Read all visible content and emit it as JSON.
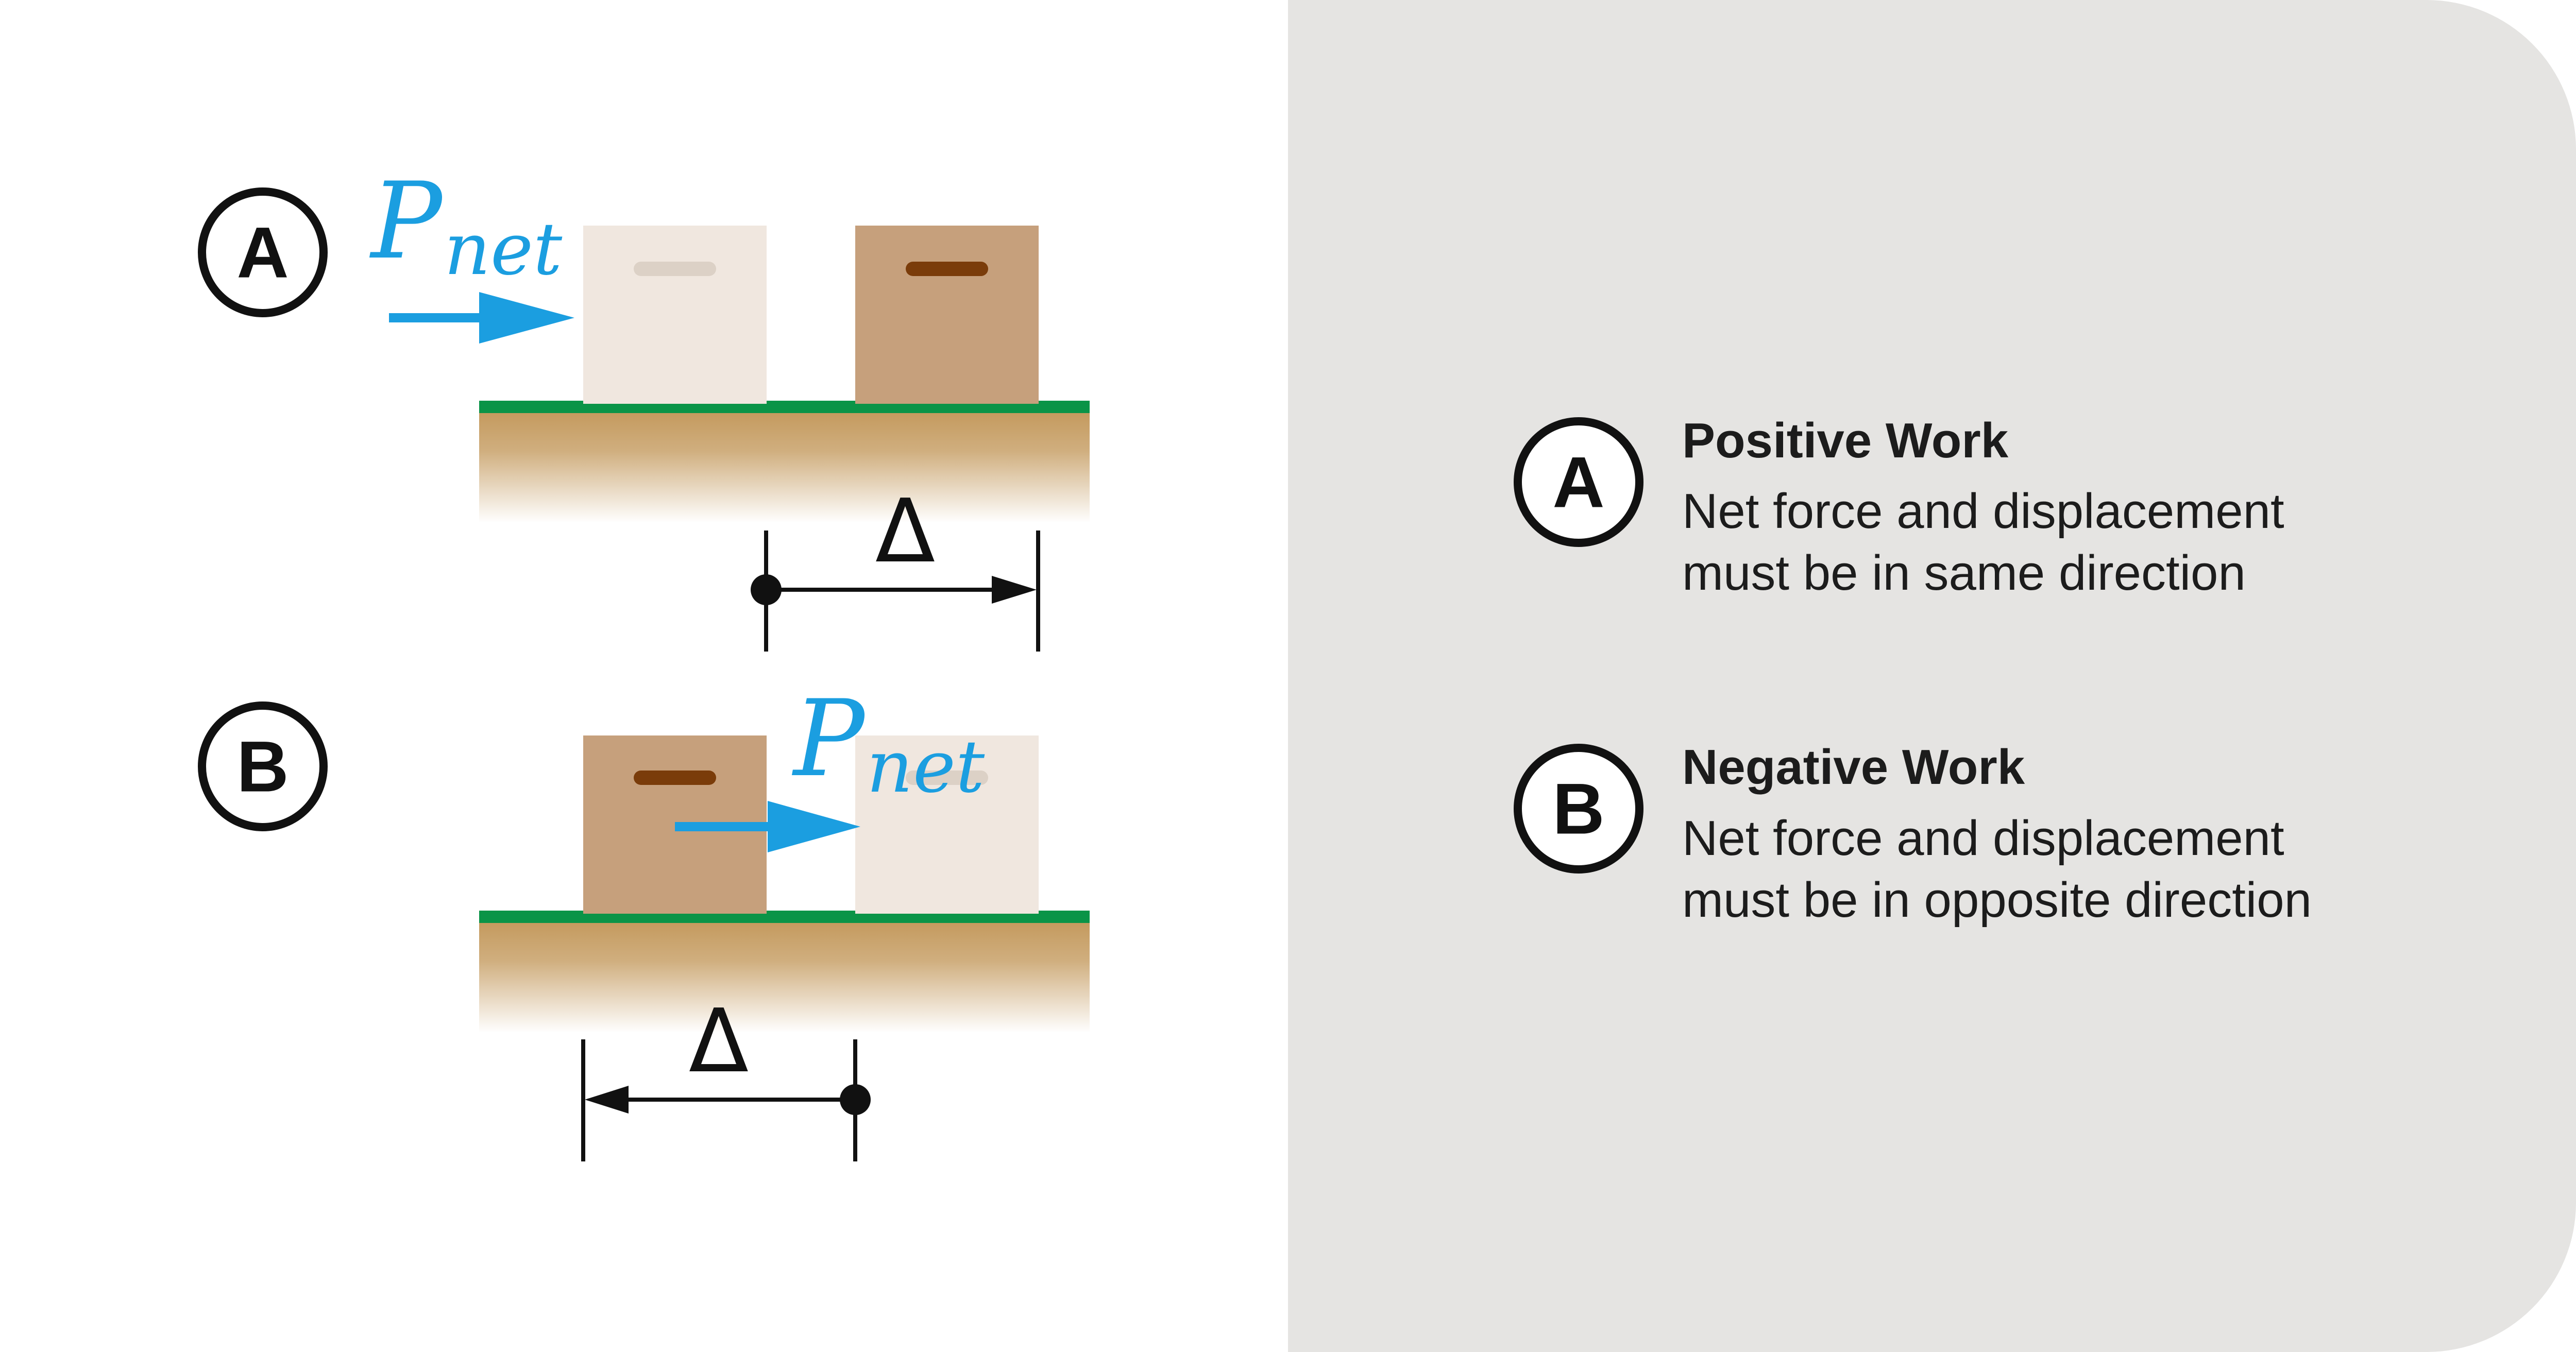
{
  "colors": {
    "panel_bg": "#e5e4e2",
    "force_arrow": "#1b9ee0",
    "ground_stripe": "#0a9447",
    "ground_soil": "#c49a5e",
    "box_solid": "#c6a07c",
    "box_ghost": "#f0e7df",
    "handle_solid": "#7a3c0a",
    "handle_ghost": "#dcd1c6",
    "ink": "#111111"
  },
  "scenarios": [
    {
      "badge": "A",
      "force_symbol": "P",
      "force_subscript": "net",
      "displacement_symbol": "Δ",
      "displacement_direction": "right"
    },
    {
      "badge": "B",
      "force_symbol": "P",
      "force_subscript": "net",
      "displacement_symbol": "Δ",
      "displacement_direction": "left"
    }
  ],
  "legend": [
    {
      "badge": "A",
      "title": "Positive Work",
      "lines": [
        "Net force and displacement",
        "must be in same direction"
      ]
    },
    {
      "badge": "B",
      "title": "Negative Work",
      "lines": [
        "Net force and displacement",
        "must be in opposite direction"
      ]
    }
  ]
}
